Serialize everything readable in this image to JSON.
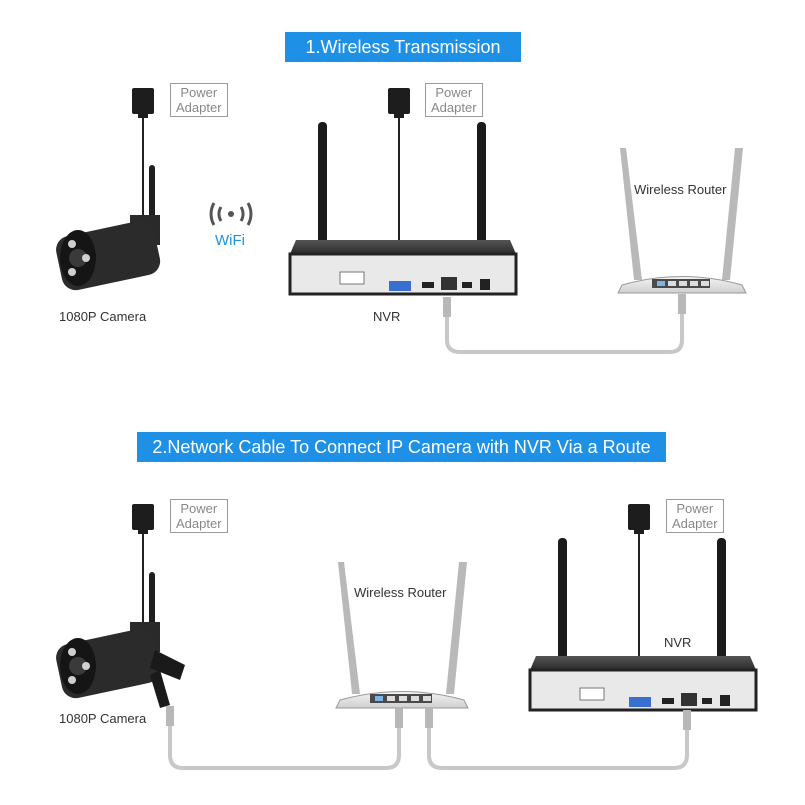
{
  "section1": {
    "title": "1.Wireless Transmission",
    "power_adapter_camera": "Power\nAdapter",
    "power_adapter_nvr": "Power\nAdapter",
    "wifi": "WiFi",
    "camera_label": "1080P Camera",
    "nvr_label": "NVR",
    "router_label": "Wireless Router"
  },
  "section2": {
    "title": "2.Network Cable To Connect IP Camera with NVR Via a Route",
    "power_adapter_camera": "Power\nAdapter",
    "power_adapter_nvr": "Power\nAdapter",
    "camera_label": "1080P Camera",
    "router_label": "Wireless Router",
    "nvr_label": "NVR"
  },
  "colors": {
    "banner": "#1e90e6",
    "cable": "#c8c8c8",
    "device": "#1a1a1a"
  }
}
